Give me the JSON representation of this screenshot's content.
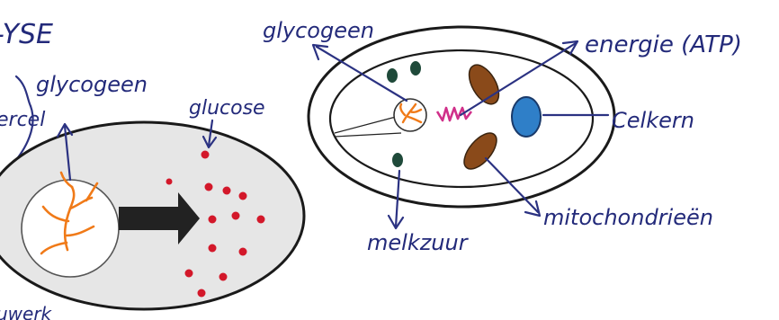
{
  "left_panel": {
    "title_fragment": "-YSE",
    "glycogen_label": "glycogeen",
    "cell_label_fragment": "ercel",
    "glucose_label": "glucose",
    "bottom_fragment": "uwerk"
  },
  "right_panel": {
    "glycogen_label": "glycogeen",
    "energy_label": "energie (ATP)",
    "nucleus_label": "Celkern",
    "mitochondria_label": "mitochondrieën",
    "lactic_acid_label": "melkzuur"
  },
  "colors": {
    "ink": "#2b3282",
    "glycogen": "#f07a18",
    "glucose": "#d3182a",
    "mitochondria": "#8a4a1a",
    "nucleus": "#2f7fc8",
    "vesicle": "#1f4a3a",
    "atp_squiggle": "#d0308a",
    "arrow_fill": "#222222"
  }
}
